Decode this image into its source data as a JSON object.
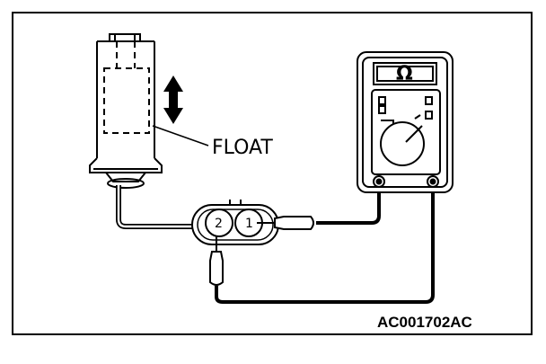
{
  "diagram": {
    "float_label": "FLOAT",
    "figure_code": "AC001702AC",
    "meter_unit_symbol": "Ω",
    "connector_pins": [
      "2",
      "1"
    ],
    "icons": [
      "up-down-arrow-icon",
      "ohmmeter-icon",
      "float-sensor-icon",
      "connector-icon"
    ]
  }
}
